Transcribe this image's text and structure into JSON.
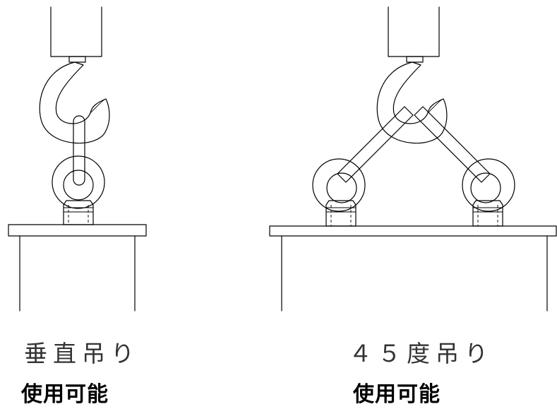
{
  "left": {
    "caption": "垂直吊り",
    "status": "使用可能"
  },
  "right": {
    "caption": "４５度吊り",
    "status": "使用可能"
  }
}
